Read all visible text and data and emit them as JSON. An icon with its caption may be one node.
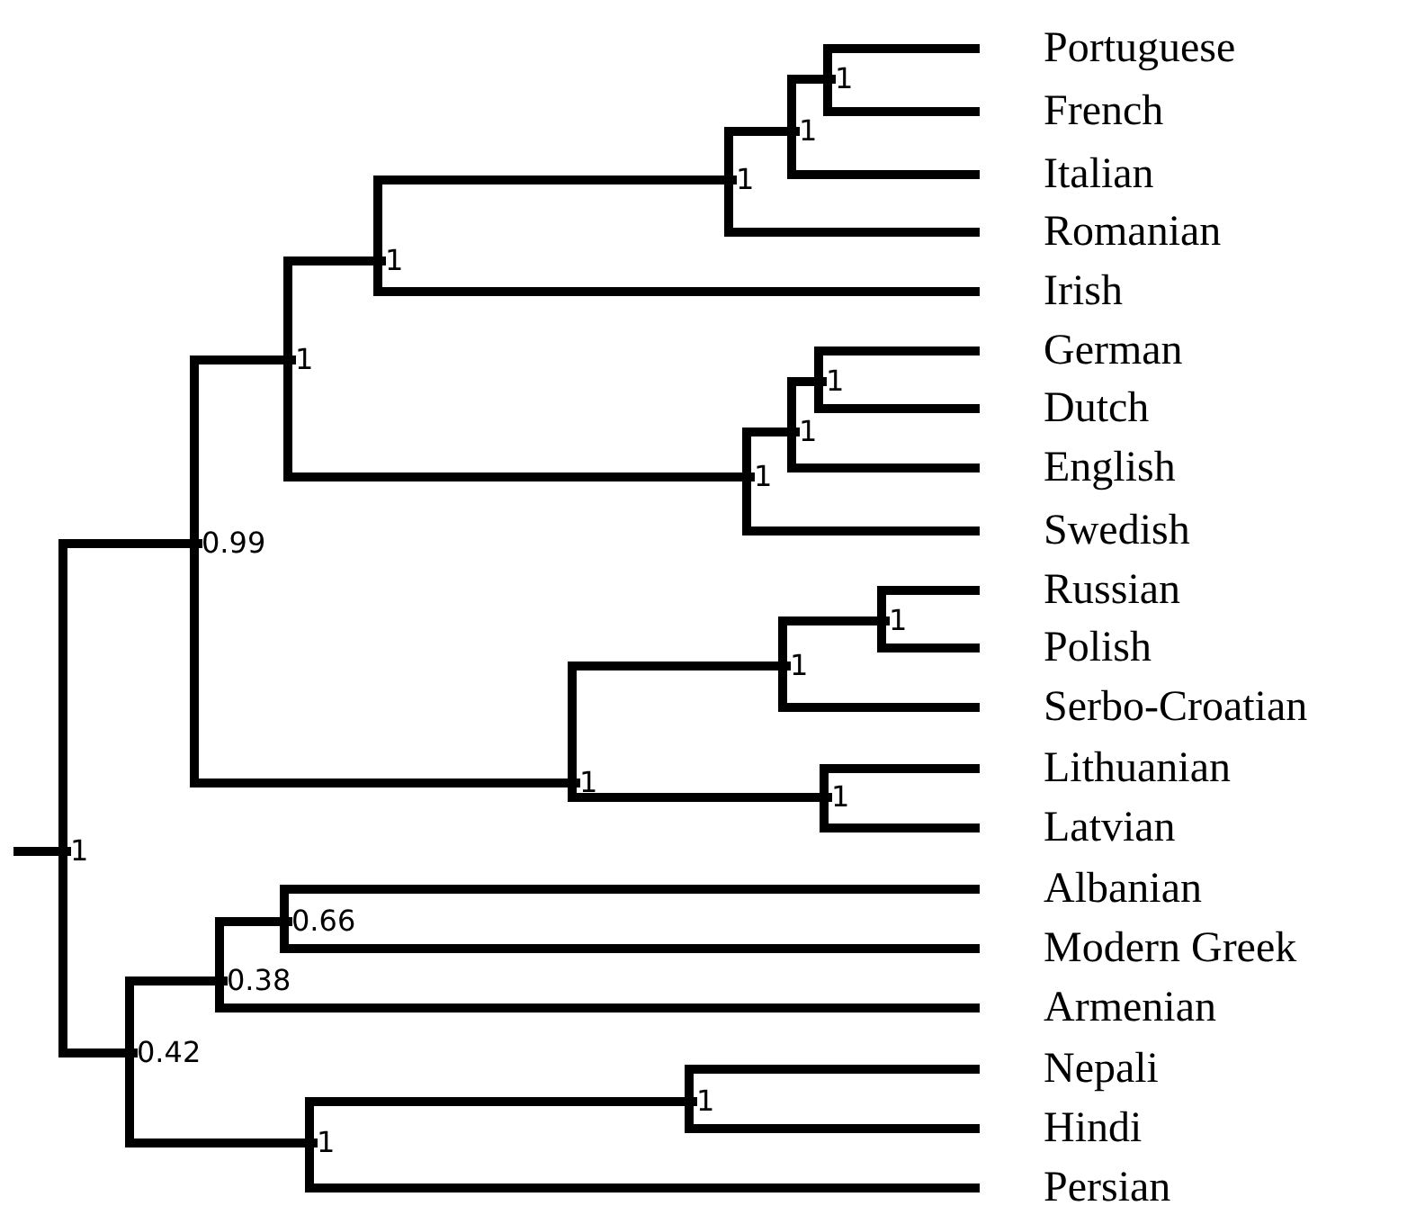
{
  "diagram": {
    "nodes": [
      {
        "text": [
          "Portuguese"
        ]
      },
      {
        "text": [
          "French"
        ]
      },
      {
        "text": [
          "Italian"
        ]
      },
      {
        "text": [
          "Romanian"
        ]
      },
      {
        "text": [
          "Irish"
        ]
      },
      {
        "text": [
          "German"
        ]
      },
      {
        "text": [
          "Dutch"
        ]
      },
      {
        "text": [
          "English"
        ]
      },
      {
        "text": [
          "Swedish"
        ]
      },
      {
        "text": [
          "Russian"
        ]
      },
      {
        "text": [
          "Polish"
        ]
      },
      {
        "text": [
          "Serbo-Croatian"
        ]
      },
      {
        "text": [
          "Lithuanian"
        ]
      },
      {
        "text": [
          "Latvian"
        ]
      },
      {
        "text": [
          "Albanian"
        ]
      },
      {
        "text": [
          "Modern Greek"
        ]
      },
      {
        "text": [
          "Armenian"
        ]
      },
      {
        "text": [
          "Nepali"
        ]
      },
      {
        "text": [
          "Hindi"
        ]
      },
      {
        "text": [
          "Persian"
        ]
      },
      {
        "text": [
          "1"
        ]
      },
      {
        "text": [
          "1"
        ]
      },
      {
        "text": [
          "1"
        ]
      },
      {
        "text": [
          "1"
        ]
      },
      {
        "text": [
          "1"
        ]
      },
      {
        "text": [
          "1"
        ]
      },
      {
        "text": [
          "1"
        ]
      },
      {
        "text": [
          "1"
        ]
      },
      {
        "text": [
          "0.99"
        ]
      },
      {
        "text": [
          "1"
        ]
      },
      {
        "text": [
          "1"
        ]
      },
      {
        "text": [
          "1"
        ]
      },
      {
        "text": [
          "1"
        ]
      },
      {
        "text": [
          "1"
        ]
      },
      {
        "text": [
          "0.66"
        ]
      },
      {
        "text": [
          "0.38"
        ]
      },
      {
        "text": [
          "0.42"
        ]
      },
      {
        "text": [
          "1"
        ]
      },
      {
        "text": [
          "1"
        ]
      }
    ],
    "edges": [
      {
        "from": 20,
        "to": 0,
        "arrow": "none"
      },
      {
        "from": 20,
        "to": 1,
        "arrow": "none"
      },
      {
        "from": 21,
        "to": 20,
        "arrow": "none"
      },
      {
        "from": 21,
        "to": 2,
        "arrow": "none"
      },
      {
        "from": 22,
        "to": 21,
        "arrow": "none"
      },
      {
        "from": 22,
        "to": 3,
        "arrow": "none"
      },
      {
        "from": 23,
        "to": 22,
        "arrow": "none"
      },
      {
        "from": 23,
        "to": 4,
        "arrow": "none"
      },
      {
        "from": 24,
        "to": 23,
        "arrow": "none"
      },
      {
        "from": 24,
        "to": 27,
        "arrow": "none"
      },
      {
        "from": 27,
        "to": 26,
        "arrow": "none"
      },
      {
        "from": 27,
        "to": 8,
        "arrow": "none"
      },
      {
        "from": 26,
        "to": 25,
        "arrow": "none"
      },
      {
        "from": 26,
        "to": 7,
        "arrow": "none"
      },
      {
        "from": 25,
        "to": 5,
        "arrow": "none"
      },
      {
        "from": 25,
        "to": 6,
        "arrow": "none"
      },
      {
        "from": 28,
        "to": 24,
        "arrow": "none"
      },
      {
        "from": 28,
        "to": 31,
        "arrow": "none"
      },
      {
        "from": 31,
        "to": 30,
        "arrow": "none"
      },
      {
        "from": 31,
        "to": 32,
        "arrow": "none"
      },
      {
        "from": 30,
        "to": 29,
        "arrow": "none"
      },
      {
        "from": 30,
        "to": 11,
        "arrow": "none"
      },
      {
        "from": 29,
        "to": 9,
        "arrow": "none"
      },
      {
        "from": 29,
        "to": 10,
        "arrow": "none"
      },
      {
        "from": 32,
        "to": 12,
        "arrow": "none"
      },
      {
        "from": 32,
        "to": 13,
        "arrow": "none"
      },
      {
        "from": 33,
        "to": 28,
        "arrow": "none"
      },
      {
        "from": 33,
        "to": 36,
        "arrow": "none"
      },
      {
        "from": 36,
        "to": 35,
        "arrow": "none"
      },
      {
        "from": 36,
        "to": 38,
        "arrow": "none"
      },
      {
        "from": 35,
        "to": 34,
        "arrow": "none"
      },
      {
        "from": 35,
        "to": 16,
        "arrow": "none"
      },
      {
        "from": 34,
        "to": 14,
        "arrow": "none"
      },
      {
        "from": 34,
        "to": 15,
        "arrow": "none"
      },
      {
        "from": 38,
        "to": 37,
        "arrow": "none"
      },
      {
        "from": 38,
        "to": 19,
        "arrow": "none"
      },
      {
        "from": 37,
        "to": 17,
        "arrow": "none"
      },
      {
        "from": 37,
        "to": 18,
        "arrow": "none"
      },
      {
        "from": null,
        "to": 33,
        "arrow": "none"
      }
    ]
  }
}
